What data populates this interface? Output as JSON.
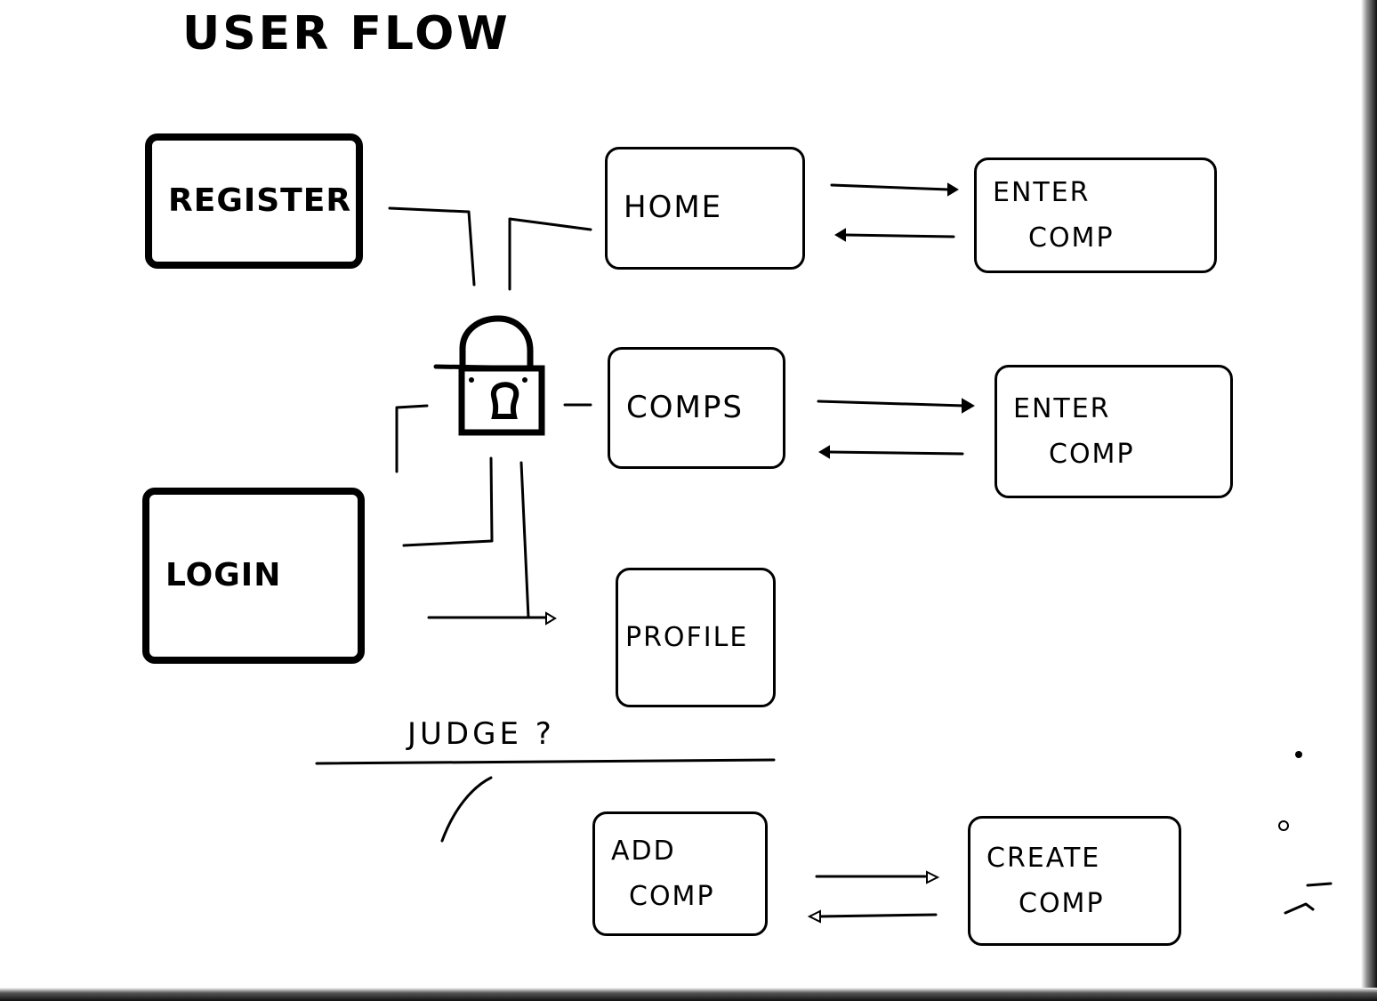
{
  "title": "USER FLOW",
  "nodes": {
    "register": "REGISTER",
    "login": "LOGIN",
    "home": "HOME",
    "comps": "COMPS",
    "profile": "PROFILE",
    "enter_comp_1": [
      "ENTER",
      "COMP"
    ],
    "enter_comp_2": [
      "ENTER",
      "COMP"
    ],
    "add_comp": [
      "ADD",
      "COMP"
    ],
    "create_comp": [
      "CREATE",
      "COMP"
    ]
  },
  "section_label": "JUDGE ?",
  "icons": {
    "lock": "lock-icon"
  },
  "colors": {
    "ink": "#000000",
    "paper": "#ffffff"
  }
}
